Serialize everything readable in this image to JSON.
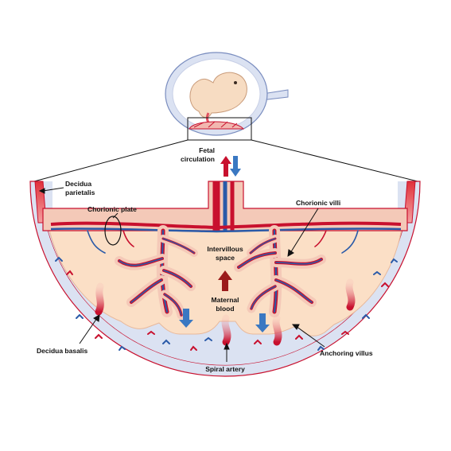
{
  "labels": {
    "fetal_circulation_line1": "Fetal",
    "fetal_circulation_line2": "circulation",
    "decidua_parietalis_line1": "Decidua",
    "decidua_parietalis_line2": "parietalis",
    "chorionic_plate": "Chorionic plate",
    "chorionic_villi": "Chorionic villi",
    "intervillous_space_line1": "Intervillous",
    "intervillous_space_line2": "space",
    "maternal_blood_line1": "Maternal",
    "maternal_blood_line2": "blood",
    "decidua_basalis": "Decidua basalis",
    "anchoring_villus": "Anchoring villus",
    "spiral_artery": "Spiral artery"
  },
  "colors": {
    "decidua": "#dbe2f2",
    "tissue": "#fbdfc6",
    "artery_red": "#c8102e",
    "vein_blue": "#2a5aa8",
    "arrow_blue": "#3a78c2",
    "arrow_dark_red": "#9b1c1c"
  }
}
